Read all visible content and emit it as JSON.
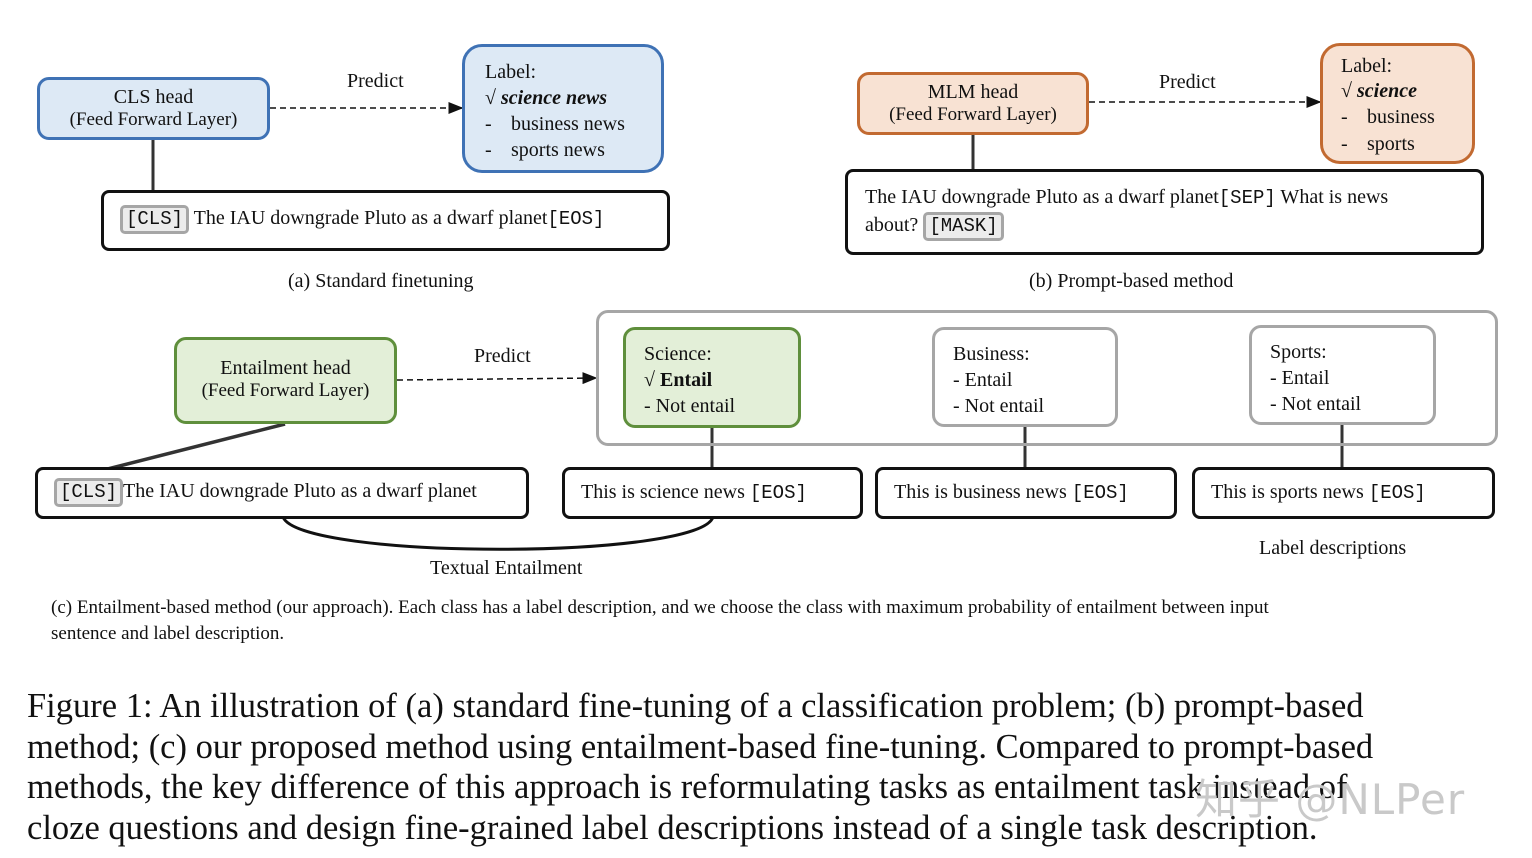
{
  "panel_a": {
    "head_title": "CLS head",
    "head_subtitle": "(Feed Forward Layer)",
    "predict": "Predict",
    "label_title": "Label:",
    "check": "√",
    "label_selected": "science news",
    "dash": "-",
    "label_options": [
      "business news",
      "sports news"
    ],
    "input_token_start": "[CLS]",
    "input_text": " The IAU downgrade Pluto as a dwarf planet",
    "input_token_end": "[EOS]",
    "caption": "(a) Standard finetuning",
    "colors": {
      "fill": "#dde9f5",
      "border": "#3f72b5"
    }
  },
  "panel_b": {
    "head_title": "MLM head",
    "head_subtitle": "(Feed Forward Layer)",
    "predict": "Predict",
    "label_title": "Label:",
    "check": "√",
    "label_selected": "science",
    "dash": "-",
    "label_options": [
      "business",
      "sports"
    ],
    "input_text_1": "The IAU downgrade Pluto as a dwarf planet",
    "input_token_sep": "[SEP]",
    "input_text_2": " What is news",
    "input_text_3": "about? ",
    "input_token_mask": "[MASK]",
    "caption": "(b) Prompt-based method",
    "colors": {
      "fill": "#f8e2d3",
      "border": "#c26a31"
    }
  },
  "panel_c": {
    "head_title": "Entailment head",
    "head_subtitle": "(Feed Forward Layer)",
    "predict": "Predict",
    "input_token": "[CLS]",
    "input_text": "The IAU downgrade Pluto as a dwarf planet",
    "textual_entailment": "Textual Entailment",
    "label_descriptions_title": "Label descriptions",
    "classes": [
      {
        "title": "Science:",
        "check": "√",
        "selected": "Entail",
        "other": "- Not entail",
        "description": "This is science news ",
        "eos": "[EOS]"
      },
      {
        "title": "Business:",
        "opt1": "- Entail",
        "opt2": "- Not entail",
        "description": "This is business news ",
        "eos": "[EOS]"
      },
      {
        "title": "Sports:",
        "opt1": "- Entail",
        "opt2": "- Not entail",
        "description": "This is sports news ",
        "eos": "[EOS]"
      }
    ],
    "caption_line1": "(c) Entailment-based method (our approach). Each class has a label description, and we choose the class with maximum probability of entailment between input",
    "caption_line2": "sentence and label description.",
    "colors": {
      "fill": "#e3efd8",
      "border": "#5f8f3c",
      "group_border": "#a6a6a6"
    }
  },
  "figure_caption": {
    "line1": "Figure 1:  An illustration of (a) standard fine-tuning of a classification problem; (b) prompt-based",
    "line2": "method; (c) our proposed method using entailment-based fine-tuning.  Compared to prompt-based",
    "line3": "methods, the key difference of this approach is reformulating tasks as entailment task instead of",
    "line4": "cloze questions and design fine-grained label descriptions instead of a single task description."
  },
  "watermark": "知乎 @NLPer"
}
